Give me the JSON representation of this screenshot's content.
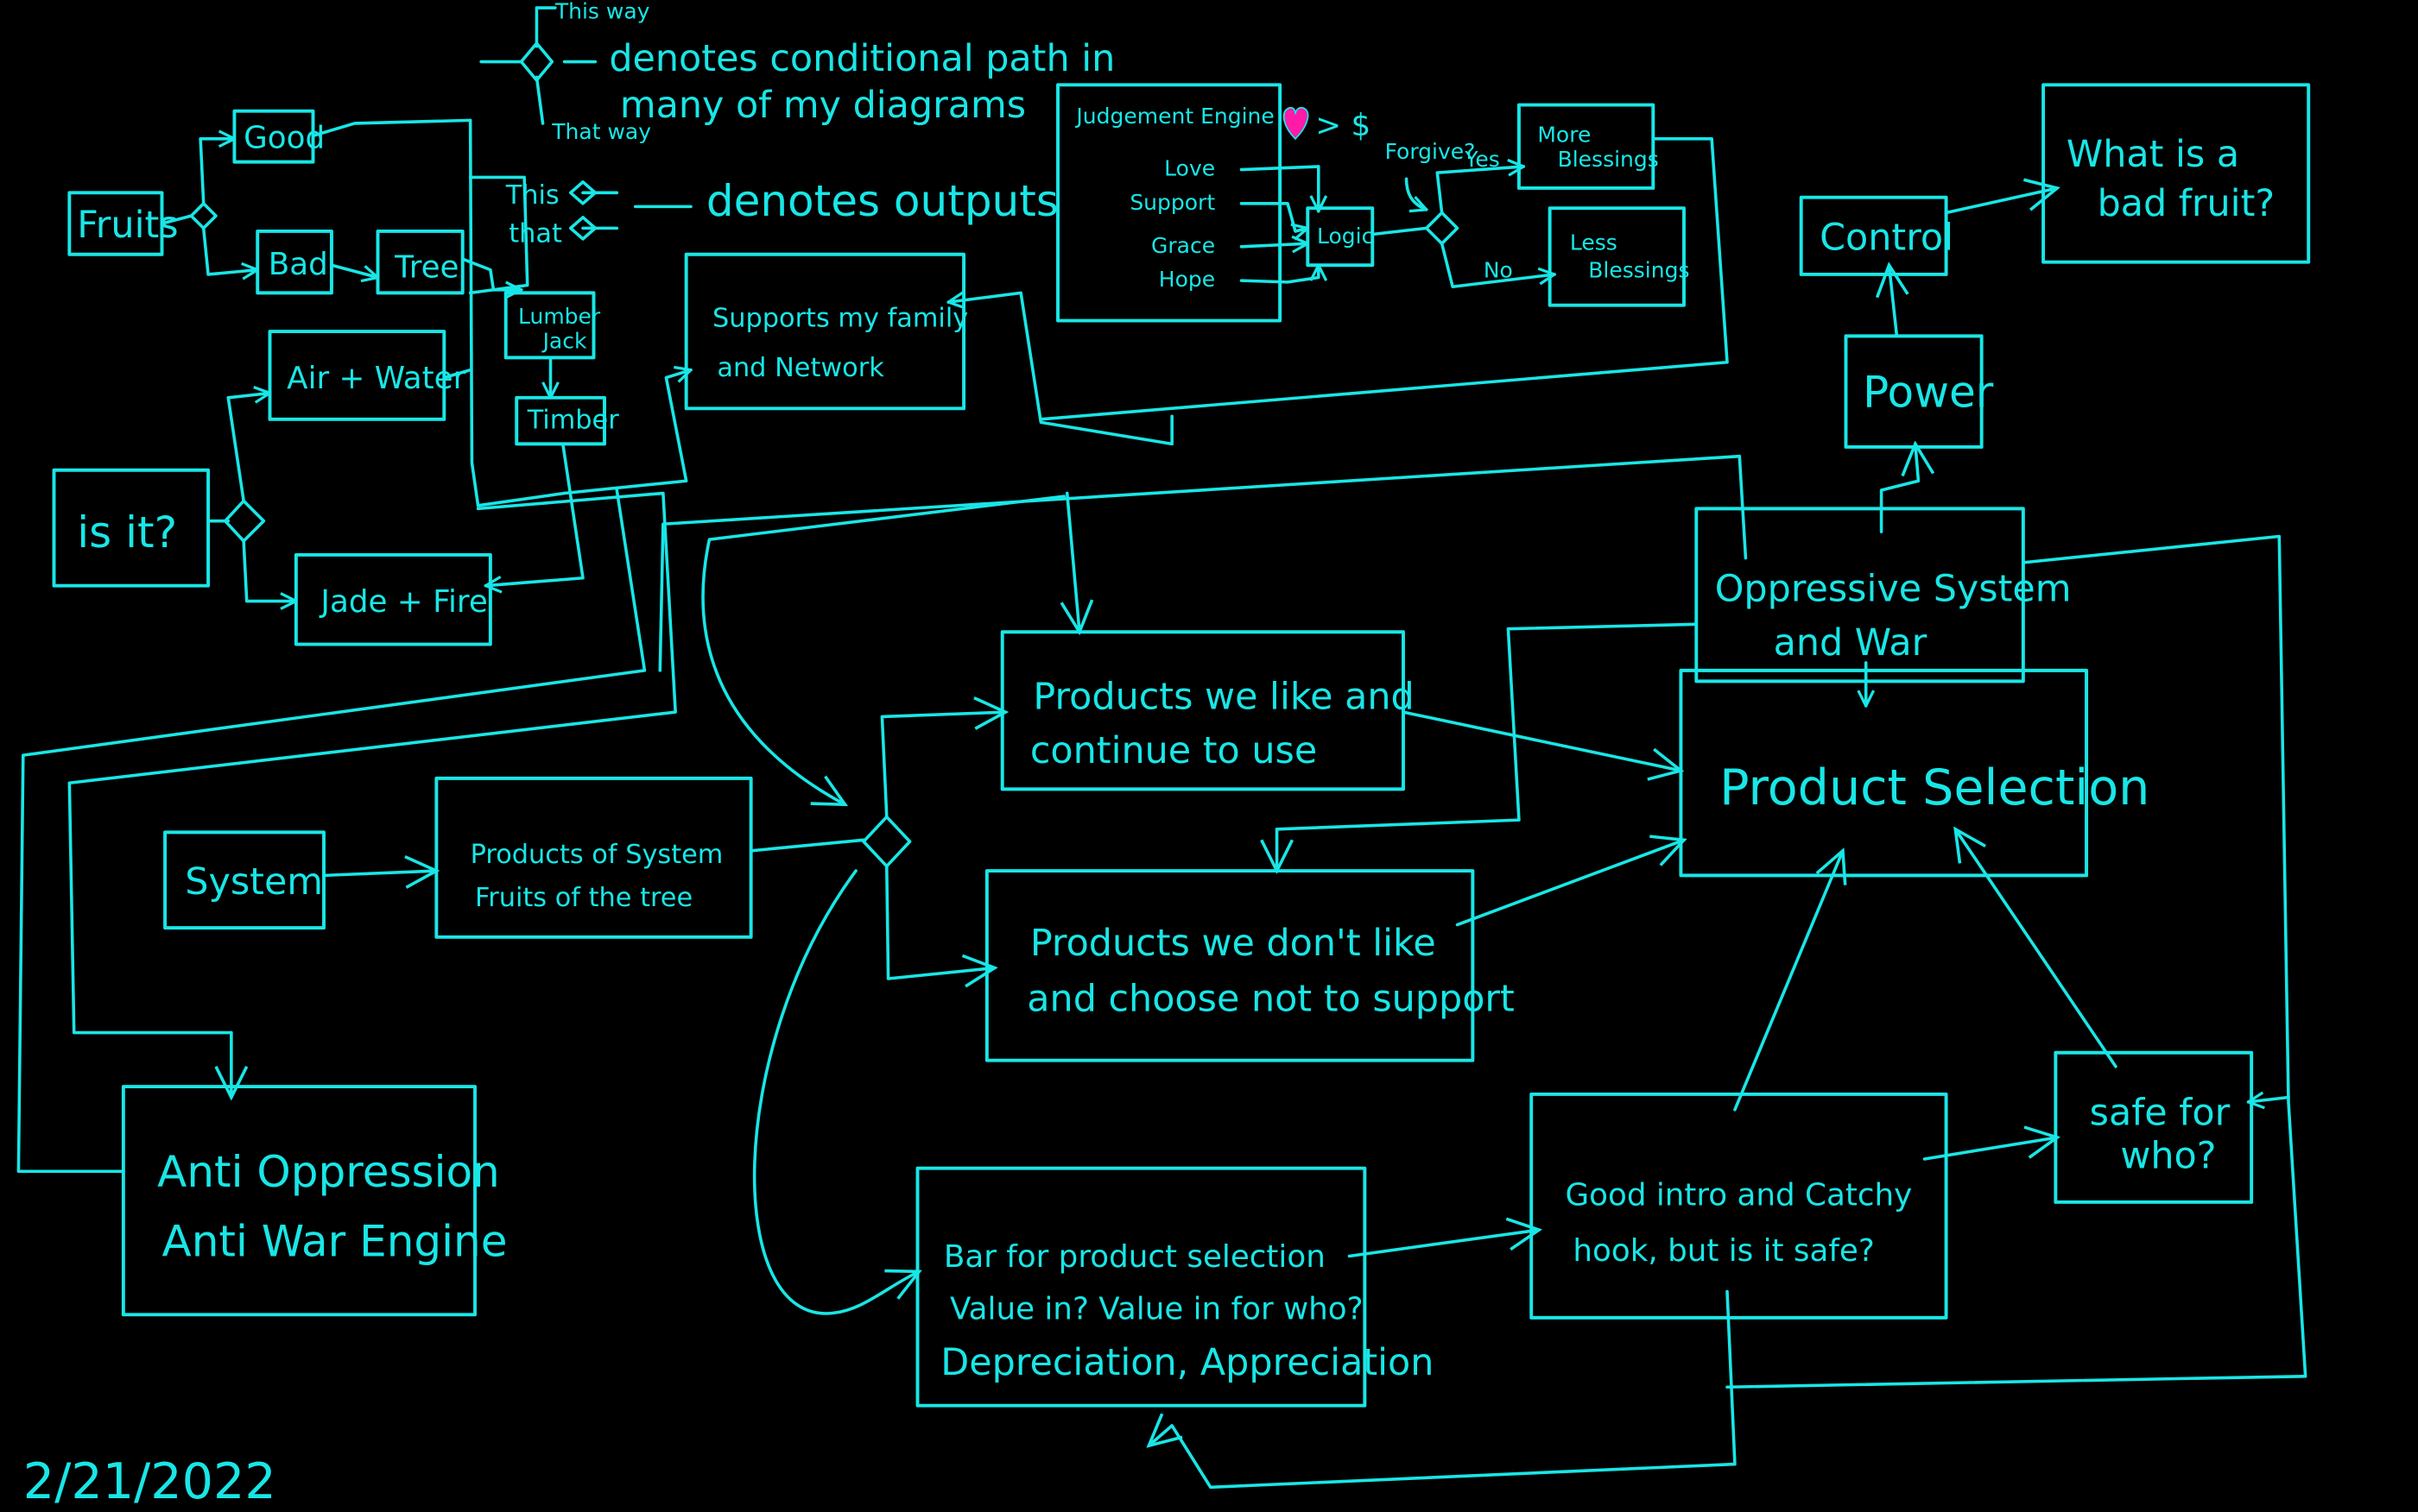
{
  "colors": {
    "ink": "#19e6e6",
    "heart": "#ff1aa8",
    "background": "#000000"
  },
  "legend": {
    "this_way": "This way",
    "that_way": "That way",
    "conditional_line1": "denotes conditional path in",
    "conditional_line2": "many of my diagrams",
    "output_this": "This",
    "output_that": "that",
    "outputs": "denotes outputs"
  },
  "nodes": {
    "fruits": "Fruits",
    "good": "Good",
    "bad": "Bad",
    "tree": "Tree",
    "lumber_jack_1": "Lumber",
    "lumber_jack_2": "Jack",
    "timber": "Timber",
    "air_water": "Air + Water",
    "is_it": "is it?",
    "jade_fire": "Jade + Fire",
    "supports_1": "Supports my family",
    "supports_2": "and Network",
    "system": "System",
    "products_system_1": "Products of System",
    "products_system_2": "Fruits of the tree",
    "anti_1": "Anti Oppression",
    "anti_2": "Anti War Engine",
    "like_1": "Products we like and",
    "like_2": "continue to use",
    "dislike_1": "Products we don't like",
    "dislike_2": "and choose not to support",
    "bar_1": "Bar for product selection",
    "bar_2": "Value in? Value in for who?",
    "bar_3": "Depreciation, Appreciation",
    "hook_1": "Good intro and Catchy",
    "hook_2": "hook, but is it safe?",
    "safe_1": "safe for",
    "safe_2": "who?",
    "product_selection": "Product Selection",
    "oppressive_1": "Oppressive System",
    "oppressive_2": "and War",
    "power": "Power",
    "control": "Control",
    "bad_fruit_1": "What is a",
    "bad_fruit_2": "bad fruit?"
  },
  "judgement": {
    "title": "Judgement Engine",
    "inputs": [
      "Love",
      "Support",
      "Grace",
      "Hope"
    ],
    "logic": "Logic",
    "heart_rule": "> $",
    "forgive": "Forgive?",
    "yes": "Yes",
    "no": "No",
    "more_1": "More",
    "more_2": "Blessings",
    "less_1": "Less",
    "less_2": "Blessings"
  },
  "date": "2/21/2022"
}
